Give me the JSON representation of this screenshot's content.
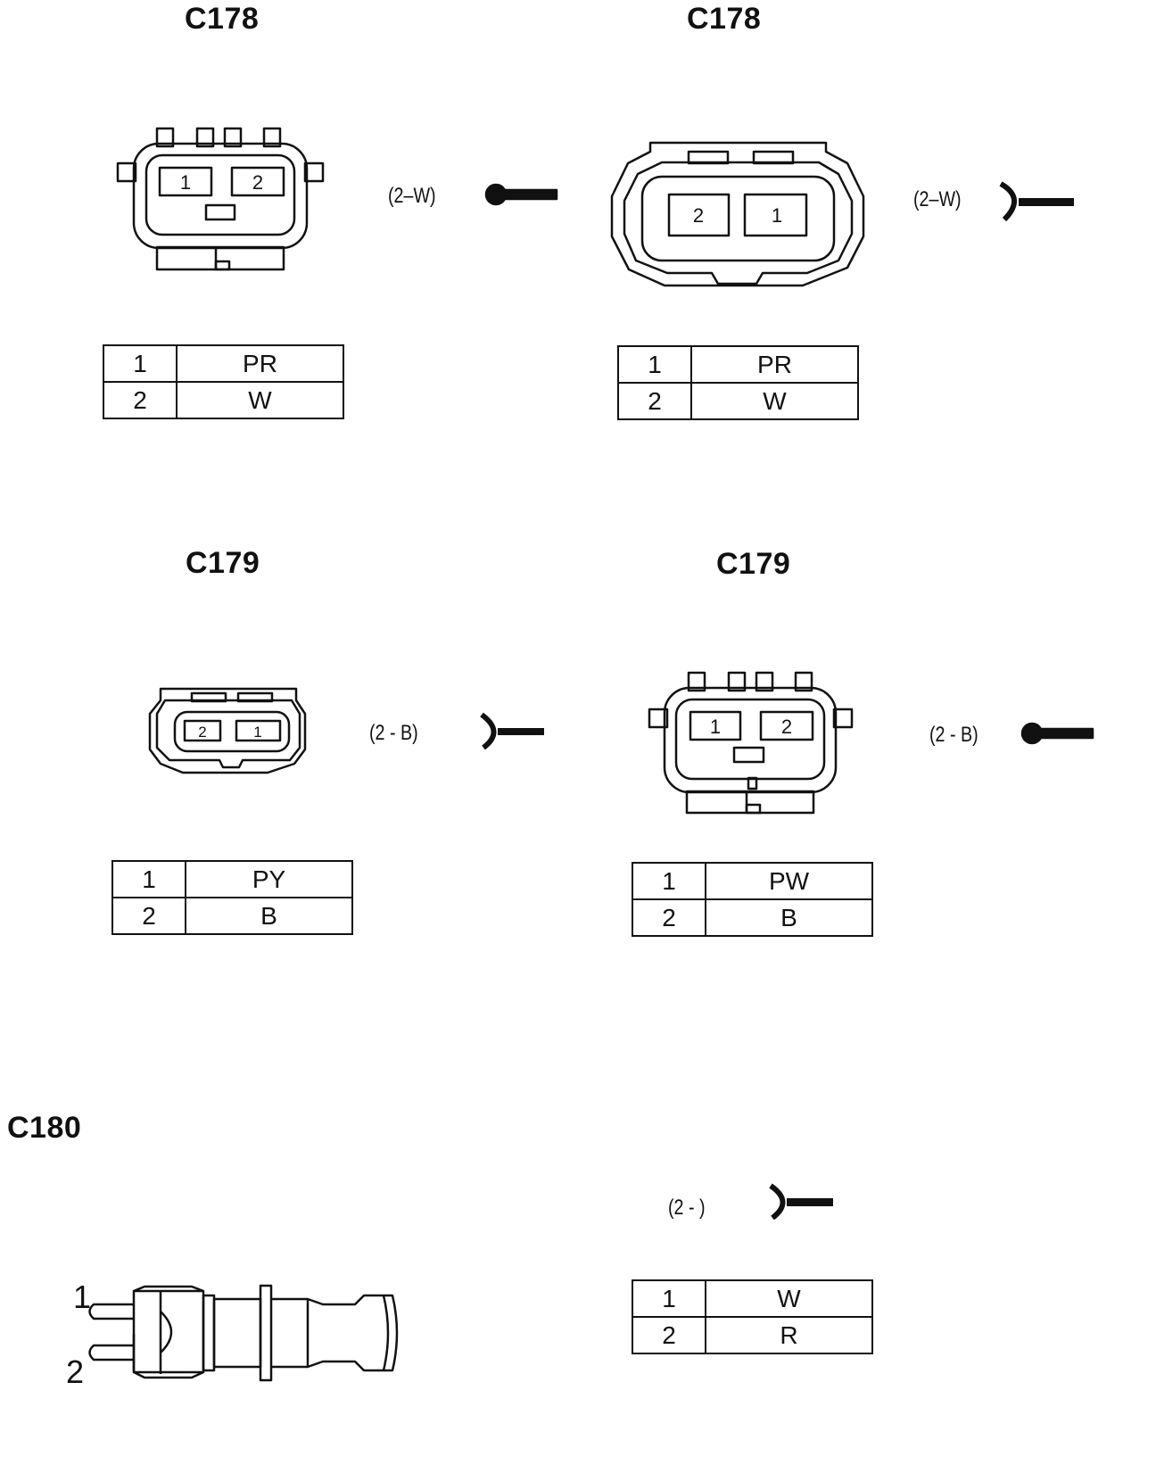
{
  "connectors": [
    {
      "id": "c178-male",
      "title": "C178",
      "code": "(2–W)",
      "pins": [
        {
          "num": "1",
          "color": "PR"
        },
        {
          "num": "2",
          "color": "W"
        }
      ],
      "cavity_labels": [
        "1",
        "2"
      ]
    },
    {
      "id": "c178-female",
      "title": "C178",
      "code": "(2–W)",
      "pins": [
        {
          "num": "1",
          "color": "PR"
        },
        {
          "num": "2",
          "color": "W"
        }
      ],
      "cavity_labels": [
        "2",
        "1"
      ]
    },
    {
      "id": "c179-female",
      "title": "C179",
      "code": "(2 - B)",
      "pins": [
        {
          "num": "1",
          "color": "PY"
        },
        {
          "num": "2",
          "color": "B"
        }
      ],
      "cavity_labels": [
        "2",
        "1"
      ]
    },
    {
      "id": "c179-male",
      "title": "C179",
      "code": "(2 - B)",
      "pins": [
        {
          "num": "1",
          "color": "PW"
        },
        {
          "num": "2",
          "color": "B"
        }
      ],
      "cavity_labels": [
        "1",
        "2"
      ]
    },
    {
      "id": "c180",
      "title": "C180",
      "code": "(2 - )",
      "pins": [
        {
          "num": "1",
          "color": "W"
        },
        {
          "num": "2",
          "color": "R"
        }
      ],
      "pin_labels": [
        "1",
        "2"
      ]
    }
  ]
}
